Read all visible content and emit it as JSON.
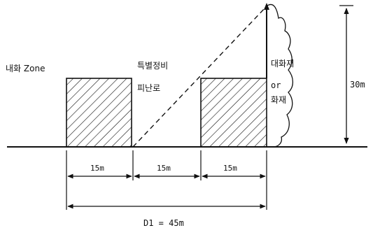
{
  "labels": {
    "fire_resistance_zone": "내화 Zone",
    "special_equipment": "특별정비",
    "evacuation_route": "피난로",
    "major_fire": "대화재",
    "or": "or",
    "fire": "화재",
    "height": "30m",
    "width_left": "15m",
    "width_middle": "15m",
    "width_right": "15m",
    "total_distance": "D1 = 45m"
  }
}
